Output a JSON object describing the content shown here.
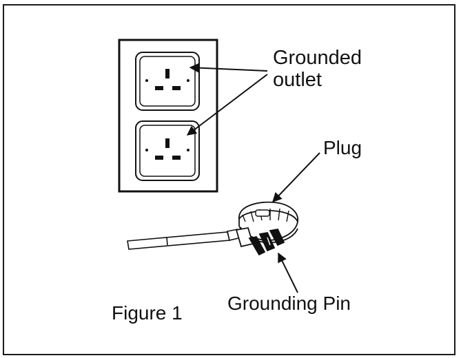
{
  "labels": {
    "grounded_line1": "Grounded",
    "grounded_line2": "outlet",
    "plug": "Plug",
    "grounding_pin": "Grounding Pin",
    "figure": "Figure 1"
  },
  "icons": [
    "wall-outlet-icon",
    "plug-icon",
    "power-cord-icon",
    "arrow-icon"
  ],
  "colors": {
    "ink": "#111111",
    "background": "#ffffff"
  }
}
